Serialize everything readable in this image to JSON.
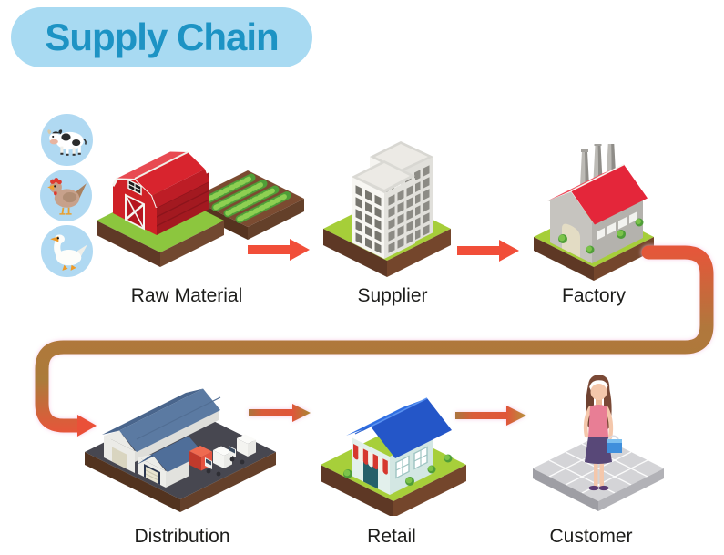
{
  "title": {
    "text": "Supply Chain"
  },
  "stages": [
    {
      "id": "raw-material",
      "label": "Raw Material"
    },
    {
      "id": "supplier",
      "label": "Supplier"
    },
    {
      "id": "factory",
      "label": "Factory"
    },
    {
      "id": "distribution",
      "label": "Distribution"
    },
    {
      "id": "retail",
      "label": "Retail"
    },
    {
      "id": "customer",
      "label": "Customer"
    }
  ],
  "animal_badges": [
    {
      "icon": "cow-icon"
    },
    {
      "icon": "chicken-icon"
    },
    {
      "icon": "duck-icon"
    }
  ],
  "arrows": [
    {
      "from": "Raw Material",
      "to": "Supplier"
    },
    {
      "from": "Supplier",
      "to": "Factory"
    },
    {
      "from": "Distribution",
      "to": "Retail"
    },
    {
      "from": "Retail",
      "to": "Customer"
    }
  ],
  "connector": {
    "from": "Factory",
    "to": "Distribution"
  },
  "flow_sequence": [
    "Raw Material",
    "Supplier",
    "Factory",
    "Distribution",
    "Retail",
    "Customer"
  ],
  "colors": {
    "title_bg": "#a8daf2",
    "title_text": "#1d93c4",
    "label_text": "#1d1d1b",
    "arrow_red": "#f14e39",
    "connector_orange": "#e4573a",
    "connector_brown": "#b1773c",
    "badge_bg": "#b0d9f2",
    "grass_green": "#a6ce39",
    "soil_brown": "#6e4129"
  }
}
